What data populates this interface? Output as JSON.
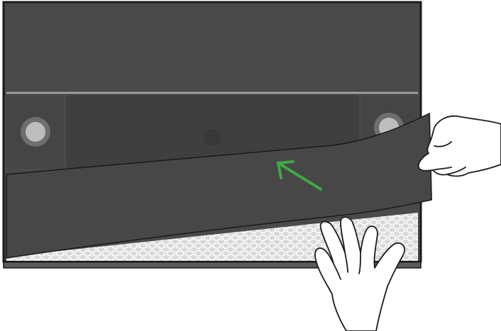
{
  "illustration": {
    "subject": "removing-protective-film",
    "elements": [
      "device-panel",
      "mounting-hole-left",
      "mounting-hole-right",
      "center-panel",
      "dot-grid-surface",
      "protective-film",
      "peel-direction-arrow",
      "left-hand",
      "right-hand"
    ]
  },
  "colors": {
    "panel_fill": "#4a4a4a",
    "panel_dark": "#3f3f3f",
    "frame_line": "#1a1a1a",
    "seam_light": "#a8a8a8",
    "film_fill": "#474747",
    "dot_surface": "#d6d6d6",
    "hole_outer": "#7a7a7a",
    "hole_inner": "#bdbdbd",
    "arrow_green": "#3fa845",
    "hand_fill": "#ffffff",
    "hand_stroke": "#1c1c1c"
  }
}
